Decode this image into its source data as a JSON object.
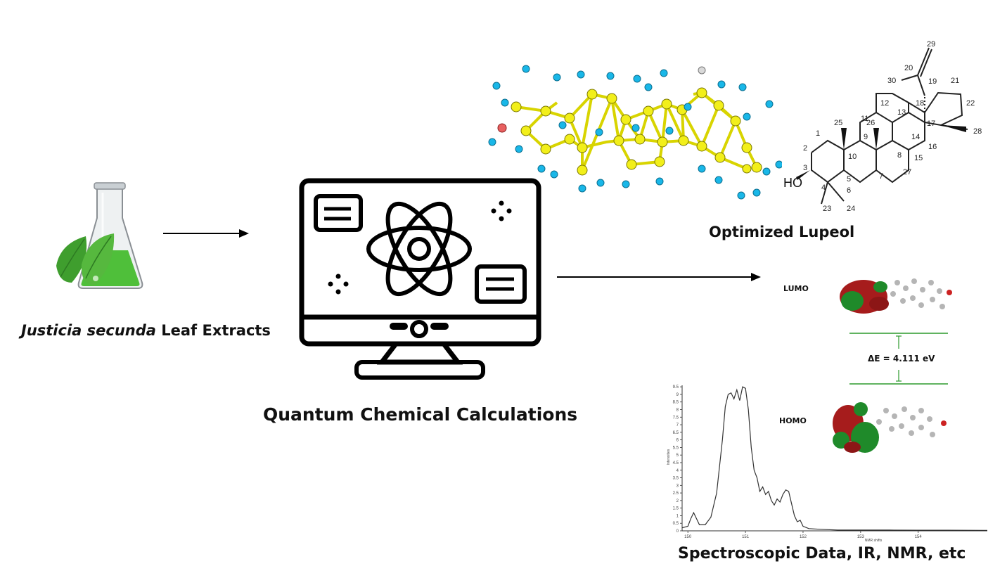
{
  "labels": {
    "extract_species": "Justicia secunda",
    "extract_suffix": " Leaf Extracts",
    "quantum": "Quantum Chemical Calculations",
    "optimized": "Optimized Lupeol",
    "spectro": "Spectroscopic Data, IR, NMR, etc",
    "lumo": "LUMO",
    "homo": "HOMO",
    "energy_gap": "ΔE = 4.111 eV"
  },
  "structure": {
    "substituent": "HO",
    "carbons": [
      "1",
      "2",
      "3",
      "4",
      "5",
      "6",
      "7",
      "8",
      "9",
      "10",
      "11",
      "12",
      "13",
      "14",
      "15",
      "16",
      "17",
      "18",
      "19",
      "20",
      "21",
      "22",
      "23",
      "24",
      "25",
      "26",
      "27",
      "28",
      "29",
      "30"
    ]
  },
  "colors": {
    "flask_liquid": "#4fbf3a",
    "leaf": "#3f9e2e",
    "carbon_atom": "#f2ef1a",
    "hydrogen_atom": "#19b7e8",
    "oxygen_atom": "#e86060",
    "orbital_red": "#a61c1c",
    "orbital_green": "#1f8a2a",
    "level_line": "#2c9a2c"
  },
  "chart_data": {
    "type": "line",
    "xlabel": "NMR shifts",
    "ylabel": "Intensities",
    "xlim": [
      149.9,
      155.2
    ],
    "ylim": [
      0,
      9.6
    ],
    "x_ticks": [
      "150",
      "151",
      "152",
      "153",
      "154"
    ],
    "y_ticks": [
      "0",
      "0.5",
      "1",
      "1.5",
      "2",
      "2.5",
      "3",
      "3.5",
      "4",
      "4.5",
      "5",
      "5.5",
      "6",
      "6.5",
      "7",
      "7.5",
      "8",
      "8.5",
      "9",
      "9.5"
    ],
    "x": [
      149.9,
      150.0,
      150.05,
      150.1,
      150.15,
      150.2,
      150.3,
      150.4,
      150.5,
      150.6,
      150.65,
      150.7,
      150.75,
      150.8,
      150.85,
      150.9,
      150.95,
      151.0,
      151.05,
      151.1,
      151.15,
      151.2,
      151.25,
      151.3,
      151.35,
      151.4,
      151.45,
      151.5,
      151.55,
      151.6,
      151.65,
      151.7,
      151.75,
      151.8,
      151.85,
      151.9,
      151.95,
      152.0,
      152.1,
      152.3,
      152.6,
      153.0,
      153.5,
      154.0,
      154.5,
      155.2
    ],
    "series": [
      {
        "values": [
          0.2,
          0.3,
          0.8,
          1.2,
          0.8,
          0.4,
          0.4,
          0.9,
          2.5,
          6.0,
          8.2,
          9.0,
          9.1,
          8.7,
          9.3,
          8.6,
          9.5,
          9.4,
          8.0,
          5.5,
          4.0,
          3.5,
          2.6,
          2.9,
          2.4,
          2.6,
          2.0,
          1.7,
          2.1,
          1.9,
          2.4,
          2.7,
          2.6,
          1.8,
          1.0,
          0.6,
          0.7,
          0.3,
          0.15,
          0.1,
          0.05,
          0.05,
          0.05,
          0.04,
          0.04,
          0.03
        ]
      }
    ]
  }
}
